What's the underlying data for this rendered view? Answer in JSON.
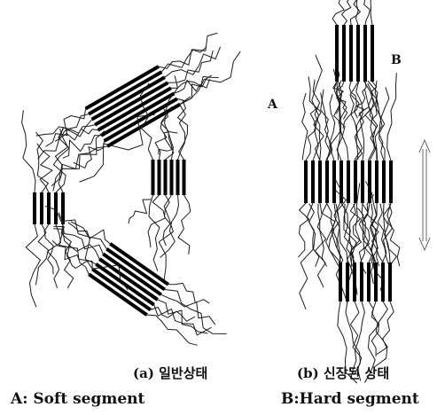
{
  "diagram": {
    "markers": {
      "a": "A",
      "b": "B"
    },
    "captions": {
      "left": "(a) 일반상태",
      "right": "(b) 신장된 상태"
    },
    "legend": {
      "soft": "A: Soft segment",
      "hard": "B:Hard segment"
    },
    "colors": {
      "chain": "#1a1a1a",
      "hard_block": "#000000",
      "arrow": "#666666",
      "background": "#ffffff"
    },
    "states": [
      "normal",
      "stretched"
    ]
  }
}
